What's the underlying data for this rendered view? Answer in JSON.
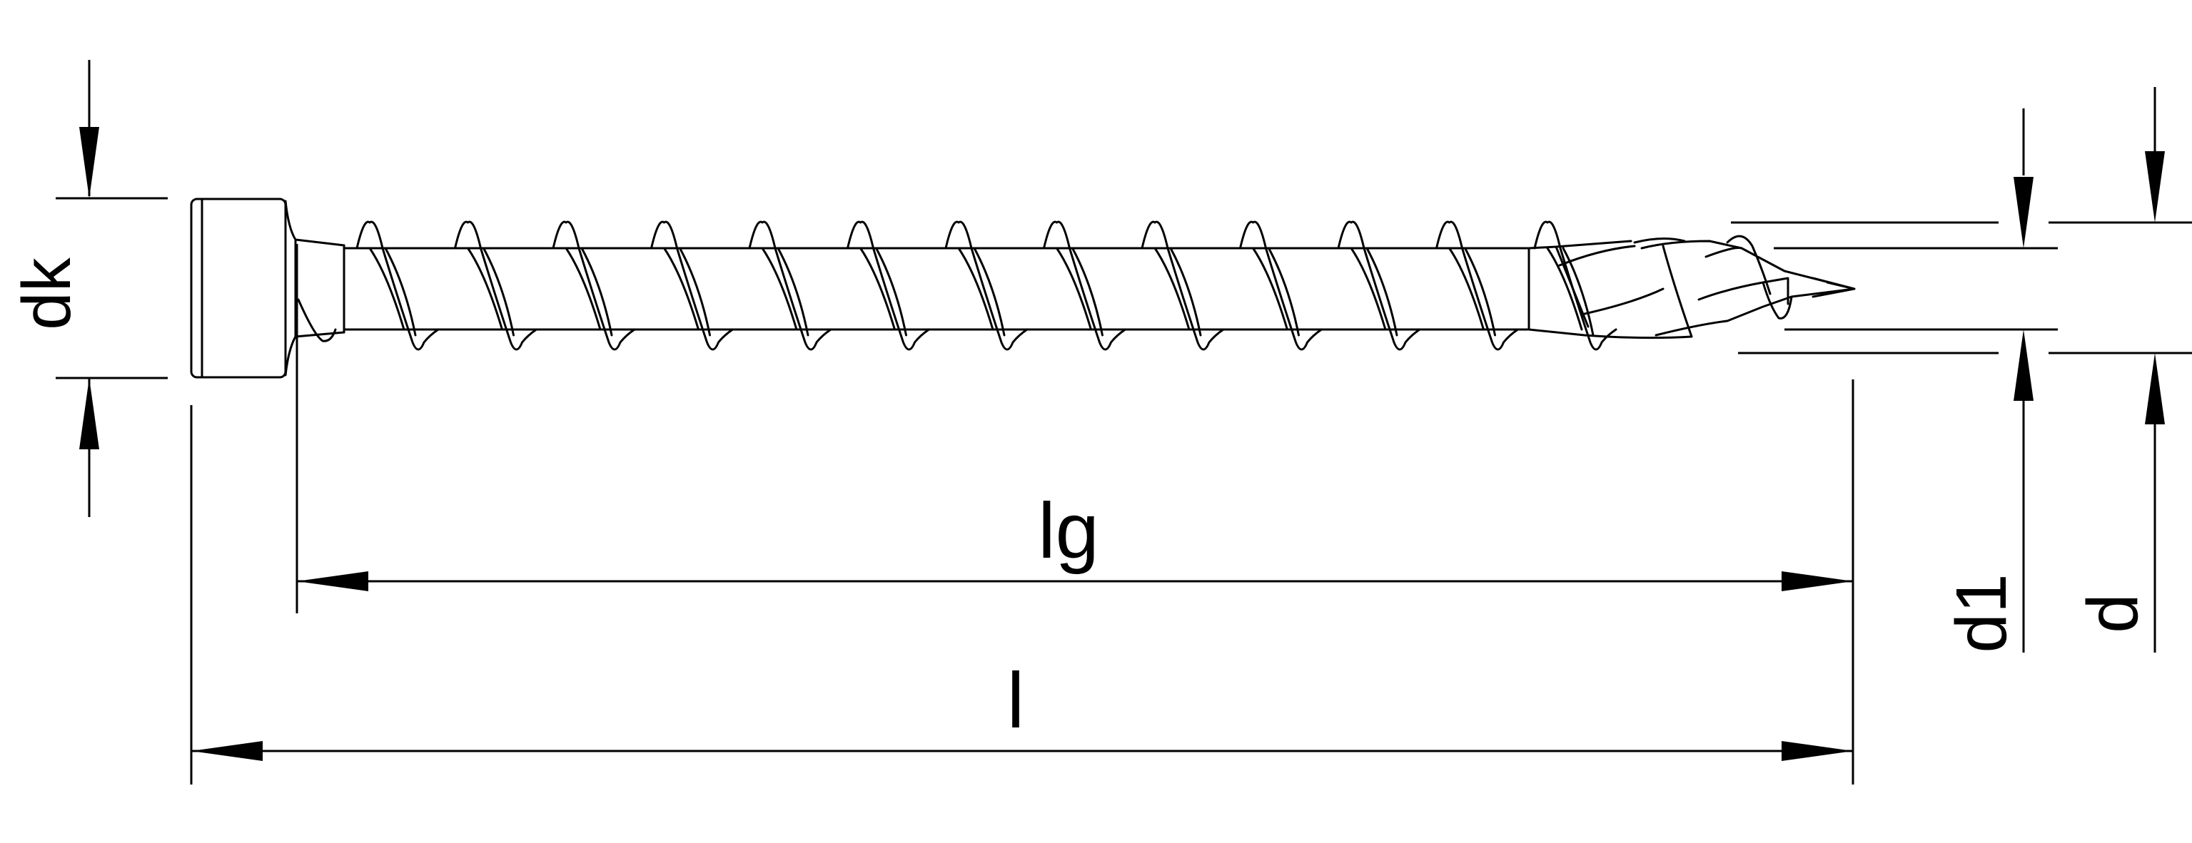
{
  "labels": {
    "head_diameter": "dk",
    "thread_length": "lg",
    "total_length": "l",
    "core_diameter": "d1",
    "thread_diameter": "d"
  },
  "colors": {
    "line": "#000000",
    "background": "#ffffff"
  }
}
